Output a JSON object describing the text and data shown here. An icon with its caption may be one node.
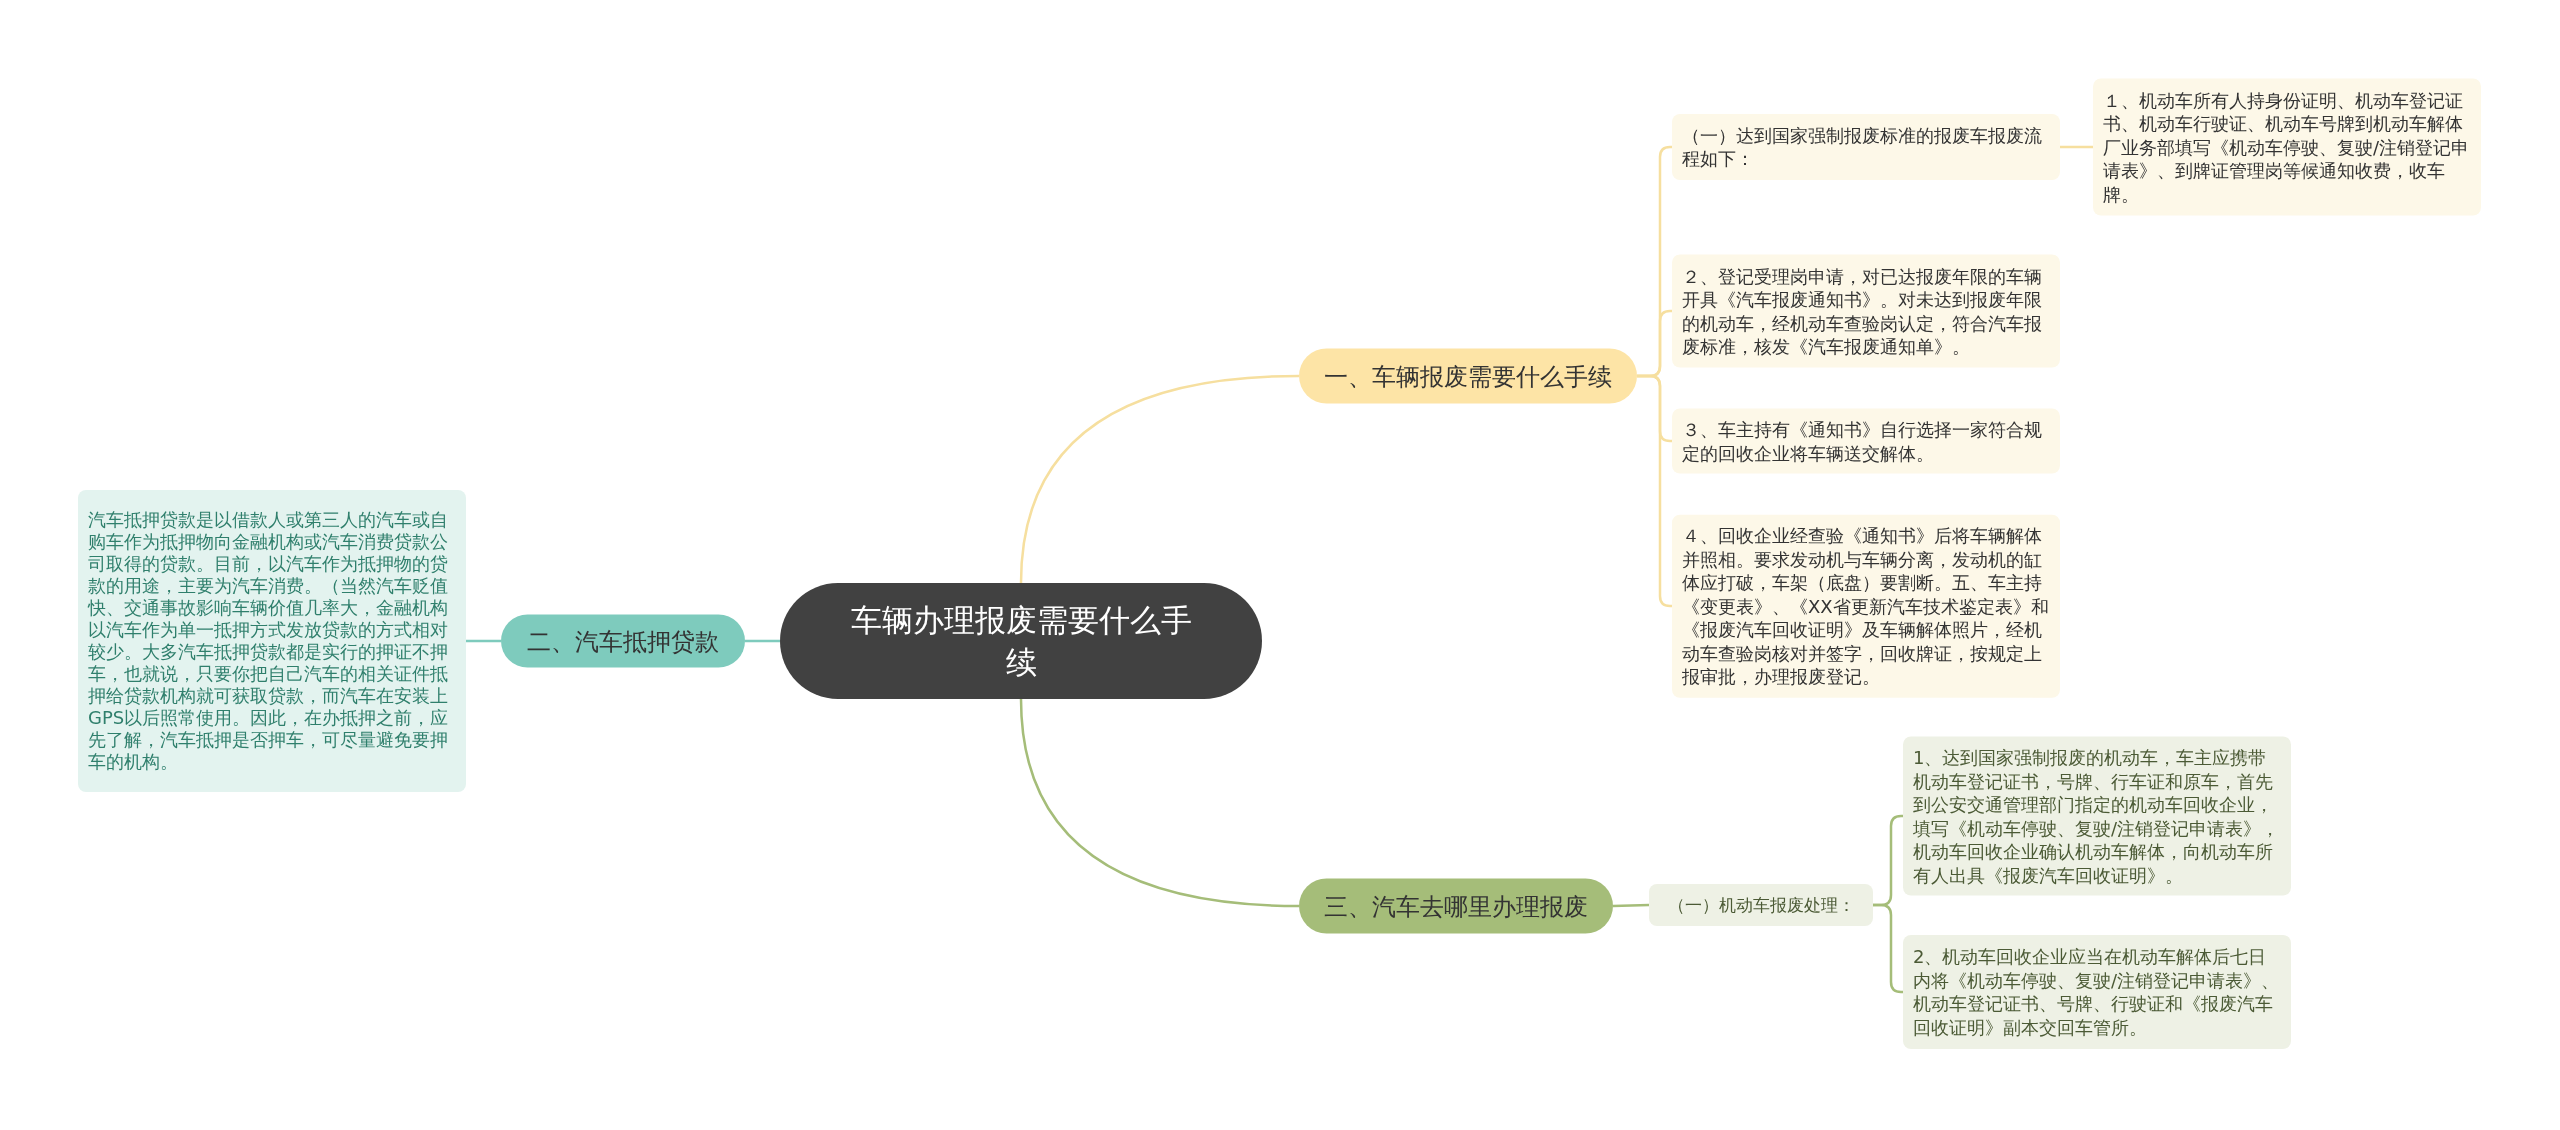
{
  "diagram": {
    "nodes": [
      {
        "text": [
          "车辆办理报废需要什么手续"
        ]
      },
      {
        "text": [
          "一、车辆报废需要什么手续"
        ]
      },
      {
        "text": [
          "（一）达到国家强制报废标准的报废车报废流程如下："
        ]
      },
      {
        "text": [
          "１、机动车所有人持身份证明、机动车登记证书、机动车行驶证、机动车号牌到机动车解体厂业务部填写《机动车停驶、复驶/注销登记申请表》、到牌证管理岗等候通知收费，收车牌。"
        ]
      },
      {
        "text": [
          "２、登记受理岗申请，对已达报废年限的车辆开具《汽车报废通知书》。对未达到报废年限的机动车，经机动车查验岗认定，符合汽车报废标准，核发《汽车报废通知单》。"
        ]
      },
      {
        "text": [
          "３、车主持有《通知书》自行选择一家符合规定的回收企业将车辆送交解体。"
        ]
      },
      {
        "text": [
          "４、回收企业经查验《通知书》后将车辆解体并照相。要求发动机与车辆分离，发动机的缸体应打破，车架（底盘）要割断。五、车主持《变更表》、《XX省更新汽车技术鉴定表》和《报废汽车回收证明》及车辆解体照片，经机动车查验岗核对并签字，回收牌证，按规定上报审批，办理报废登记。"
        ]
      },
      {
        "text": [
          "二、汽车抵押贷款"
        ]
      },
      {
        "text": [
          "汽车抵押贷款是以借款人或第三人的汽车或自购车作为抵押物向金融机构或汽车消费贷款公司取得的贷款。目前，以汽车作为抵押物的贷款的用途，主要为汽车消费。（当然汽车贬值快、交通事故影响车辆价值几率大，金融机构以汽车作为单一抵押方式发放贷款的方式相对较少。大多汽车抵押贷款都是实行的押证不押车，也就说，只要你把自己汽车的相关证件抵押给贷款机构就可获取贷款，而汽车在安装上GPS以后照常使用。因此，在办抵押之前，应先了解，汽车抵押是否押车，可尽量避免要押车的机构。"
        ]
      },
      {
        "text": [
          "三、汽车去哪里办理报废"
        ]
      },
      {
        "text": [
          "（一）机动车报废处理："
        ]
      },
      {
        "text": [
          "1、达到国家强制报废的机动车，车主应携带机动车登记证书，号牌、行车证和原车，首先到公安交通管理部门指定的机动车回收企业，填写《机动车停驶、复驶/注销登记申请表》，机动车回收企业确认机动车解体，向机动车所有人出具《报废汽车回收证明》。"
        ]
      },
      {
        "text": [
          "2、机动车回收企业应当在机动车解体后七日内将《机动车停驶、复驶/注销登记申请表》、机动车登记证书、号牌、行驶证和《报废汽车回收证明》副本交回车管所。"
        ]
      }
    ],
    "edges": [
      {
        "from": 0,
        "to": 1,
        "arrow": "none"
      },
      {
        "from": 1,
        "to": 2,
        "arrow": "none"
      },
      {
        "from": 2,
        "to": 3,
        "arrow": "none"
      },
      {
        "from": 1,
        "to": 4,
        "arrow": "none"
      },
      {
        "from": 1,
        "to": 5,
        "arrow": "none"
      },
      {
        "from": 1,
        "to": 6,
        "arrow": "none"
      },
      {
        "from": 0,
        "to": 7,
        "arrow": "none",
        "color": "#7ecbbd"
      },
      {
        "from": 7,
        "to": 8,
        "arrow": "none",
        "color": "#7ecbbd"
      },
      {
        "from": 0,
        "to": 9,
        "arrow": "none",
        "color": "#a5bd79"
      },
      {
        "from": 9,
        "to": 10,
        "arrow": "none",
        "color": "#a5bd79"
      },
      {
        "from": 10,
        "to": 11,
        "arrow": "none",
        "color": "#a5bd79"
      },
      {
        "from": 10,
        "to": 12,
        "arrow": "none",
        "color": "#a5bd79"
      }
    ]
  }
}
